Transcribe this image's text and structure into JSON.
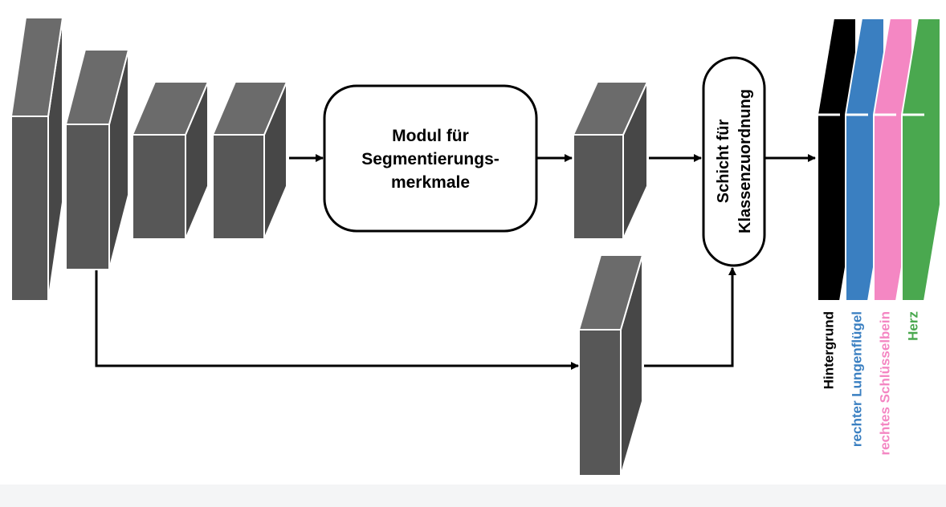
{
  "diagram": {
    "colors": {
      "block_face": "#575757",
      "block_side": "#474747",
      "block_top": "#6b6b6b",
      "stroke": "#000000",
      "background": "#ffffff"
    },
    "nodes": {
      "feature_module": {
        "lines": [
          "Modul für",
          "Segmentierungs-",
          "merkmale"
        ]
      },
      "classification_layer": {
        "lines": [
          "Schicht für",
          "Klassenzuordnung"
        ]
      }
    },
    "output_classes": [
      {
        "label": "Hintergrund",
        "color": "#000000"
      },
      {
        "label": "rechter Lungenflügel",
        "color": "#3a7fc1"
      },
      {
        "label": "rechtes Schlüsselbein",
        "color": "#f487c3"
      },
      {
        "label": "Herz",
        "color": "#4aa84f"
      }
    ]
  }
}
